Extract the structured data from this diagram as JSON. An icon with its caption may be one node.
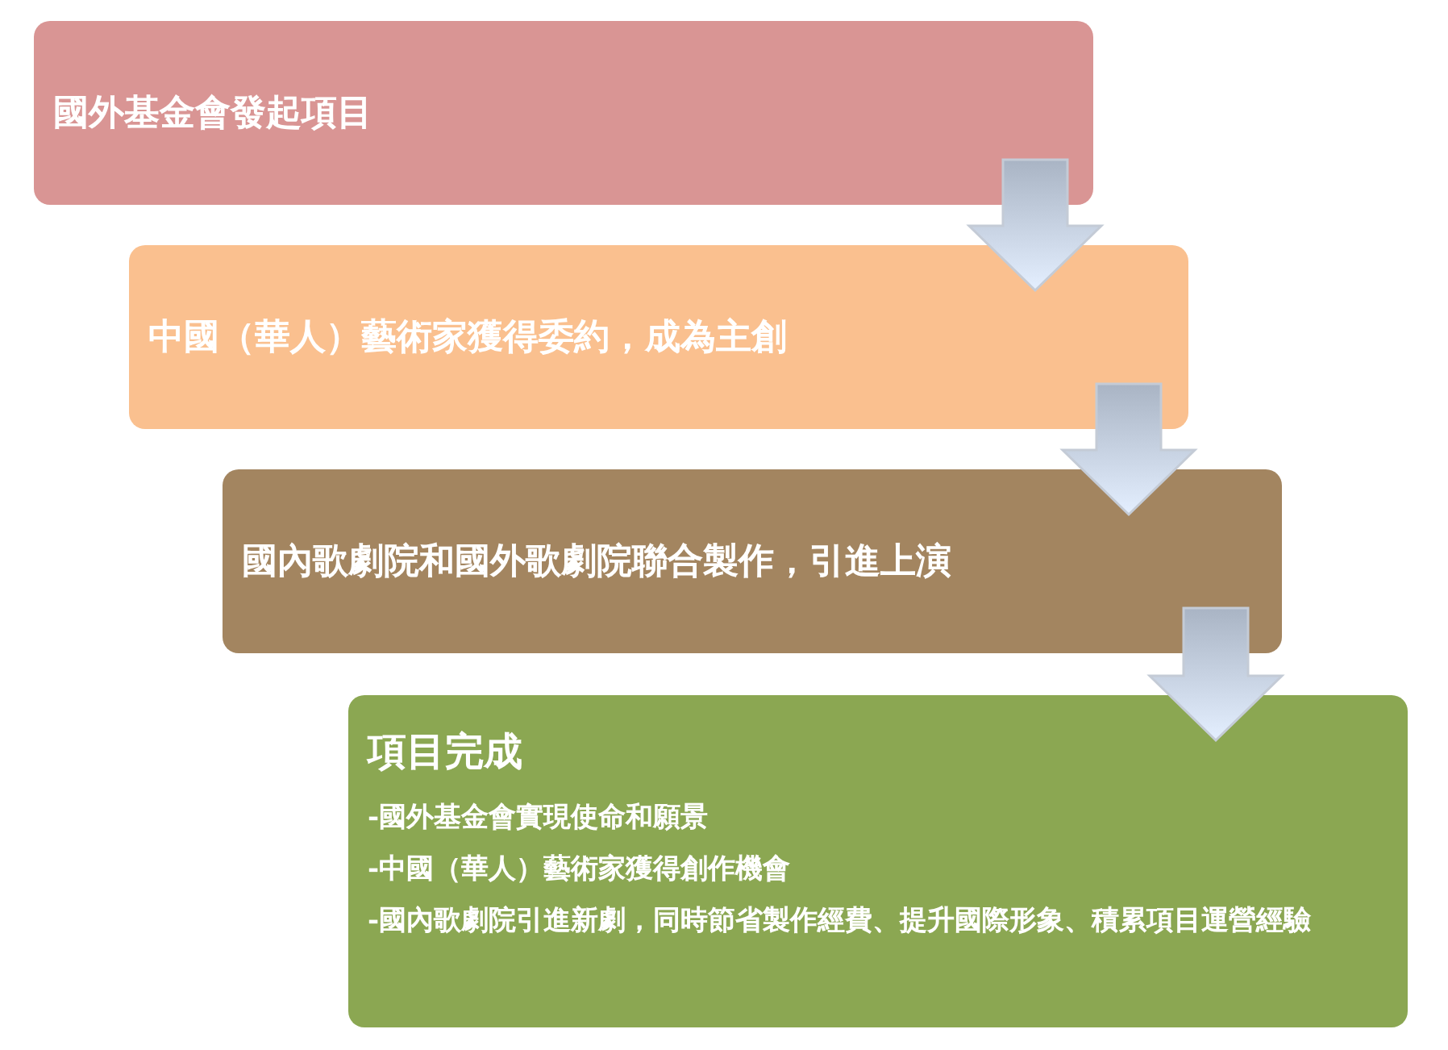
{
  "diagram": {
    "nodes": [
      {
        "text": [
          "國外基金會發起項目"
        ]
      },
      {
        "text": [
          "中國（華人）藝術家獲得委約，成為主創"
        ]
      },
      {
        "text": [
          "國內歌劇院和國外歌劇院聯合製作，引進上演"
        ]
      },
      {
        "text": [
          "項目完成",
          "-國外基金會實現使命和願景",
          "-中國（華人）藝術家獲得創作機會",
          "-國內歌劇院引進新劇，同時節省製作經費、提升國際形象、積累項目運營經驗"
        ]
      }
    ],
    "edges": [
      {
        "from": 0,
        "to": 1,
        "arrow": "to"
      },
      {
        "from": 1,
        "to": 2,
        "arrow": "to"
      },
      {
        "from": 2,
        "to": 3,
        "arrow": "to"
      }
    ]
  }
}
